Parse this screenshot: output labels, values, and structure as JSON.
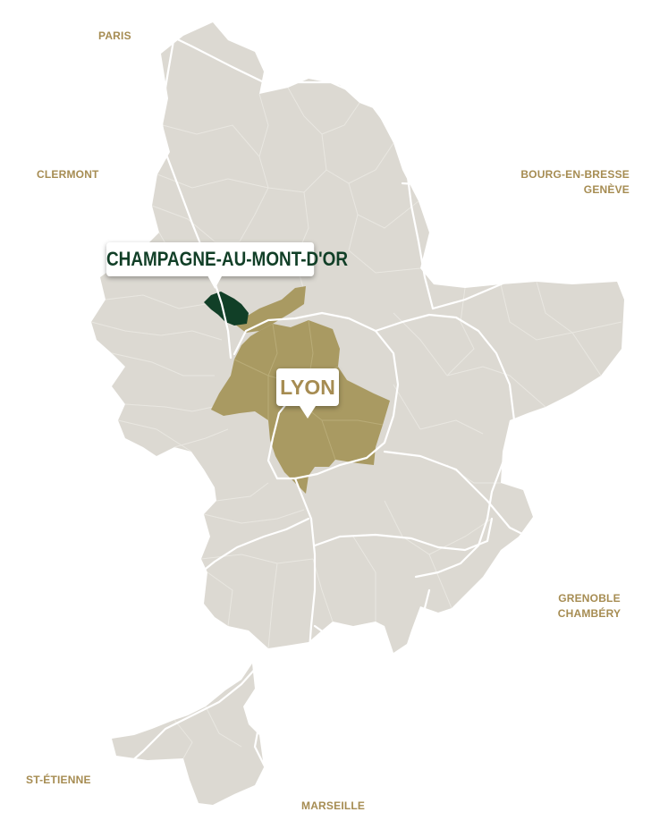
{
  "colors": {
    "metro_area": "#dcd9d2",
    "district_border": "#e9e7e1",
    "lyon_city": "#a99a62",
    "highlight_commune": "#113f27",
    "road": "#ffffff",
    "label_gold": "#a68c52",
    "commune_label": "#113f27",
    "lyon_label": "#a68c52"
  },
  "destinations": {
    "paris": "PARIS",
    "clermont": "CLERMONT",
    "bourg": "BOURG-EN-BRESSE",
    "geneve": "GENÈVE",
    "grenoble": "GRENOBLE",
    "chambery": "CHAMBÉRY",
    "st_etienne": "ST-ÉTIENNE",
    "marseille": "MARSEILLE"
  },
  "callouts": {
    "commune": "CHAMPAGNE-AU-MONT-D'OR",
    "city": "LYON"
  }
}
